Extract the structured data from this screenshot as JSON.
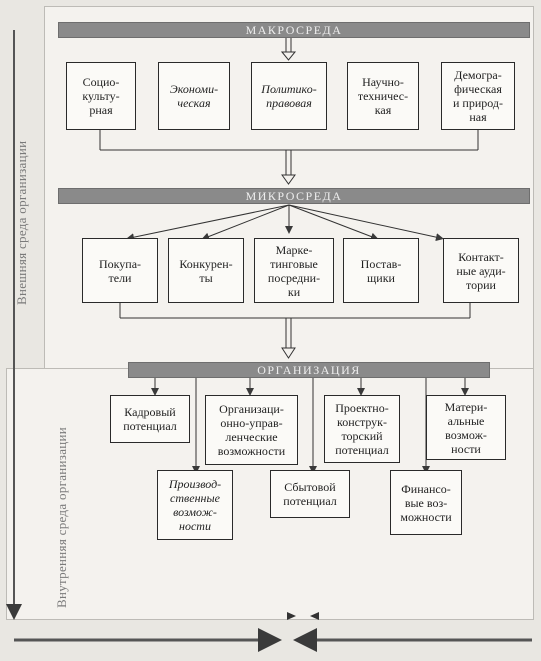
{
  "external": {
    "side_label": "Внешняя среда организации",
    "macro": {
      "title": "МАКРОСРЕДА",
      "boxes": [
        "Социо-\nкульту-\nрная",
        "Экономи-\nческая",
        "Политико-\nправовая",
        "Научно-\nтехничес-\nкая",
        "Демогра-\nфическая\nи природ-\nная"
      ]
    },
    "micro": {
      "title": "МИКРОСРЕДА",
      "boxes": [
        "Покупа-\nтели",
        "Конкурен-\nты",
        "Марке-\nтинговые\nпосредни-\nки",
        "Постав-\nщики",
        "Контакт-\nные ауди-\nтории"
      ]
    }
  },
  "internal": {
    "side_label": "Внутренняя среда организации",
    "org": {
      "title": "ОРГАНИЗАЦИЯ",
      "top_boxes": [
        "Кадровый\nпотенциал",
        "Организаци-\nонно-управ-\nленческие\nвозможности",
        "Проектно-\nконструк-\nторский\nпотенциал",
        "Матери-\nальные\nвозмож-\nности"
      ],
      "bottom_boxes": [
        "Производ-\nственные\nвозмож-\nности",
        "Сбытовой\nпотенциал",
        "Финансо-\nвые воз-\nможности"
      ]
    }
  }
}
